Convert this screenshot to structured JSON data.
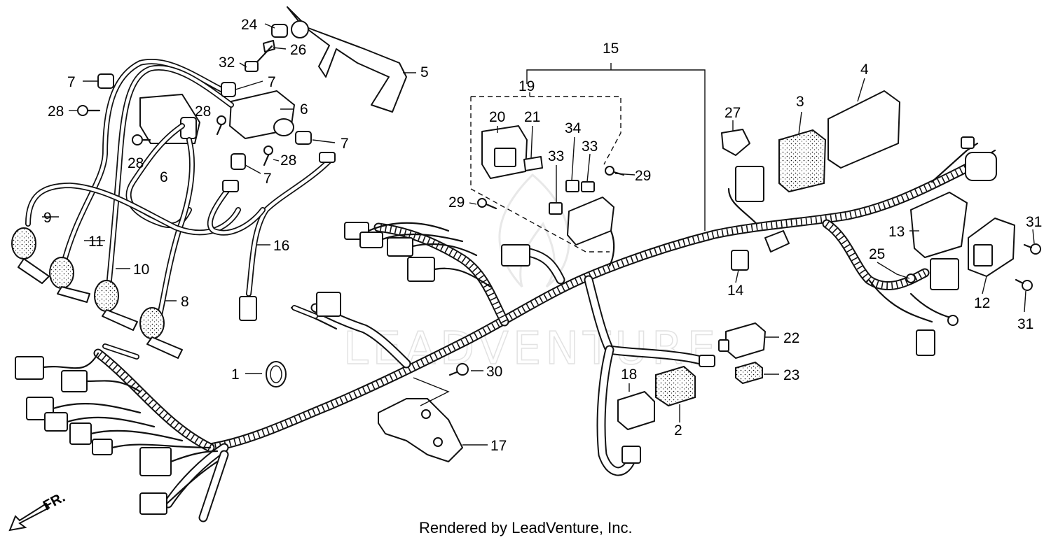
{
  "diagram": {
    "footer": "Rendered by LeadVenture, Inc.",
    "direction_label": "FR.",
    "watermark_icon": "leadventure-flame-logo",
    "callouts": [
      {
        "id": "c1",
        "label": "1"
      },
      {
        "id": "c2",
        "label": "2"
      },
      {
        "id": "c3",
        "label": "3"
      },
      {
        "id": "c4",
        "label": "4"
      },
      {
        "id": "c5",
        "label": "5"
      },
      {
        "id": "c6a",
        "label": "6"
      },
      {
        "id": "c6b",
        "label": "6"
      },
      {
        "id": "c7a",
        "label": "7"
      },
      {
        "id": "c7b",
        "label": "7"
      },
      {
        "id": "c7c",
        "label": "7"
      },
      {
        "id": "c7d",
        "label": "7"
      },
      {
        "id": "c8",
        "label": "8"
      },
      {
        "id": "c9",
        "label": "9"
      },
      {
        "id": "c10",
        "label": "10"
      },
      {
        "id": "c11",
        "label": "11"
      },
      {
        "id": "c12",
        "label": "12"
      },
      {
        "id": "c13",
        "label": "13"
      },
      {
        "id": "c14",
        "label": "14"
      },
      {
        "id": "c15",
        "label": "15"
      },
      {
        "id": "c16",
        "label": "16"
      },
      {
        "id": "c17",
        "label": "17"
      },
      {
        "id": "c18",
        "label": "18"
      },
      {
        "id": "c19",
        "label": "19"
      },
      {
        "id": "c20",
        "label": "20"
      },
      {
        "id": "c21",
        "label": "21"
      },
      {
        "id": "c22",
        "label": "22"
      },
      {
        "id": "c23",
        "label": "23"
      },
      {
        "id": "c24",
        "label": "24"
      },
      {
        "id": "c25",
        "label": "25"
      },
      {
        "id": "c26",
        "label": "26"
      },
      {
        "id": "c27",
        "label": "27"
      },
      {
        "id": "c28a",
        "label": "28"
      },
      {
        "id": "c28b",
        "label": "28"
      },
      {
        "id": "c28c",
        "label": "28"
      },
      {
        "id": "c28d",
        "label": "28"
      },
      {
        "id": "c29a",
        "label": "29"
      },
      {
        "id": "c29b",
        "label": "29"
      },
      {
        "id": "c30",
        "label": "30"
      },
      {
        "id": "c31a",
        "label": "31"
      },
      {
        "id": "c31b",
        "label": "31"
      },
      {
        "id": "c32",
        "label": "32"
      },
      {
        "id": "c33a",
        "label": "33"
      },
      {
        "id": "c33b",
        "label": "33"
      },
      {
        "id": "c34",
        "label": "34"
      }
    ]
  }
}
